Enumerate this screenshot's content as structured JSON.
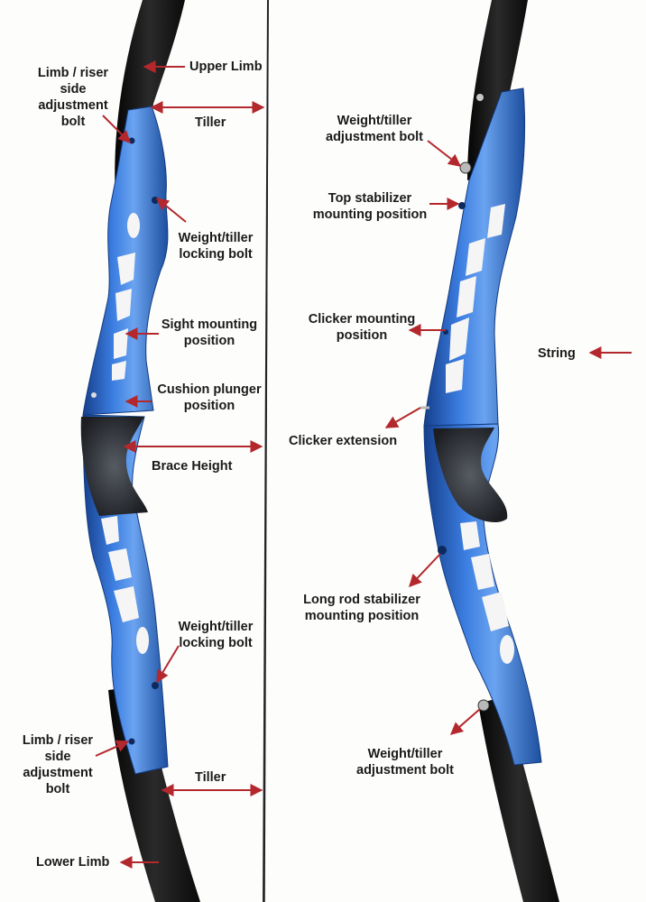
{
  "colors": {
    "riser": "#2f6fd6",
    "riser_light": "#6aa3f0",
    "riser_dark": "#163f8c",
    "limb": "#151515",
    "grip": "#3a3d44",
    "arrow": "#b3282d",
    "string": "#2b2b2b",
    "background": "#fdfdfb"
  },
  "labels": {
    "left_bow": {
      "limb_riser_top": "Limb / riser\nside\nadjustment\nbolt",
      "upper_limb": "Upper Limb",
      "tiller_top": "Tiller",
      "weight_tiller_locking_top": "Weight/tiller\nlocking bolt",
      "sight_mounting": "Sight mounting\nposition",
      "cushion_plunger": "Cushion plunger\nposition",
      "brace_height": "Brace Height",
      "weight_tiller_locking_bottom": "Weight/tiller\nlocking bolt",
      "limb_riser_bottom": "Limb / riser\nside\nadjustment\nbolt",
      "tiller_bottom": "Tiller",
      "lower_limb": "Lower Limb"
    },
    "right_bow": {
      "weight_tiller_adjust_top": "Weight/tiller\nadjustment bolt",
      "top_stabilizer": "Top stabilizer\nmounting position",
      "clicker_mounting": "Clicker mounting\nposition",
      "string": "String",
      "clicker_extension": "Clicker extension",
      "long_rod": "Long rod stabilizer\nmounting position",
      "weight_tiller_adjust_bottom": "Weight/tiller\nadjustment bolt"
    }
  }
}
